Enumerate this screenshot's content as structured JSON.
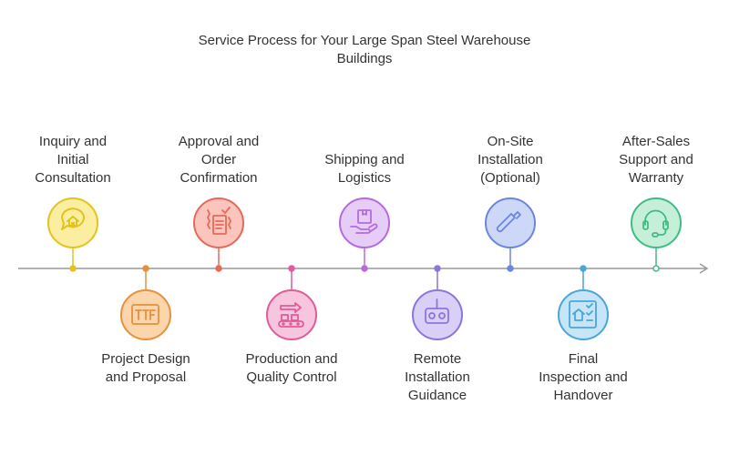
{
  "title_lines": [
    "Service Process for Your Large Span Steel Warehouse",
    "Buildings"
  ],
  "steps": [
    {
      "lines": [
        "Inquiry and",
        "Initial",
        "Consultation"
      ],
      "icon": "house-chat-icon",
      "color": "#e5c21c",
      "fill": "#fbeea0"
    },
    {
      "lines": [
        "Project Design",
        "and Proposal"
      ],
      "icon": "ttf-frame-icon",
      "color": "#e8903a",
      "fill": "#fbd6ad"
    },
    {
      "lines": [
        "Approval and",
        "Order",
        "Confirmation"
      ],
      "icon": "checklist-icon",
      "color": "#e56a5a",
      "fill": "#fbc4bc"
    },
    {
      "lines": [
        "Production and",
        "Quality Control"
      ],
      "icon": "conveyor-icon",
      "color": "#e25b9a",
      "fill": "#f8c5de"
    },
    {
      "lines": [
        "Shipping and",
        "Logistics"
      ],
      "icon": "package-hand-icon",
      "color": "#b56be0",
      "fill": "#e5cdf8"
    },
    {
      "lines": [
        "Remote",
        "Installation",
        "Guidance"
      ],
      "icon": "remote-robot-icon",
      "color": "#8e74dd",
      "fill": "#d9d0f8"
    },
    {
      "lines": [
        "On-Site",
        "Installation",
        "(Optional)"
      ],
      "icon": "screwdriver-icon",
      "color": "#6a86e0",
      "fill": "#cdd8f8"
    },
    {
      "lines": [
        "Final",
        "Inspection and",
        "Handover"
      ],
      "icon": "house-checklist-icon",
      "color": "#48a6dc",
      "fill": "#c6e6f8"
    },
    {
      "lines": [
        "After-Sales",
        "Support and",
        "Warranty"
      ],
      "icon": "headset-icon",
      "color": "#3fbd80",
      "fill": "#c6efd9"
    }
  ]
}
